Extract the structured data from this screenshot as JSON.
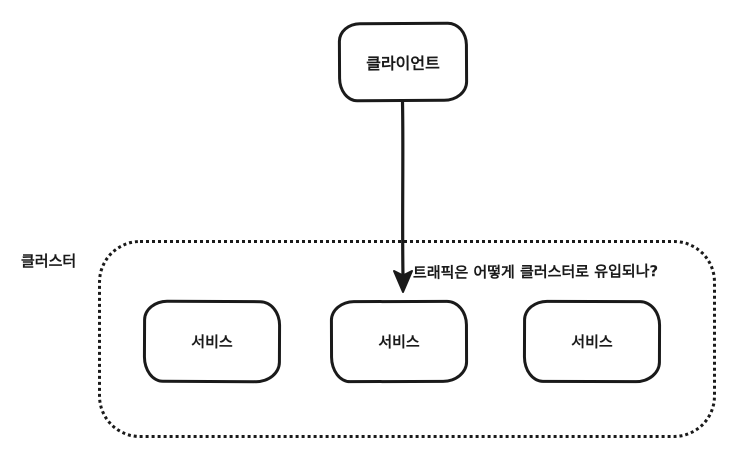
{
  "diagram": {
    "client": {
      "label": "클라이언트"
    },
    "cluster": {
      "label": "클러스터",
      "question": "트래픽은 어떻게 클러스터로 유입되나?",
      "services": [
        {
          "label": "서비스"
        },
        {
          "label": "서비스"
        },
        {
          "label": "서비스"
        }
      ]
    },
    "colors": {
      "stroke": "#1a1a1a",
      "background": "#ffffff"
    }
  }
}
